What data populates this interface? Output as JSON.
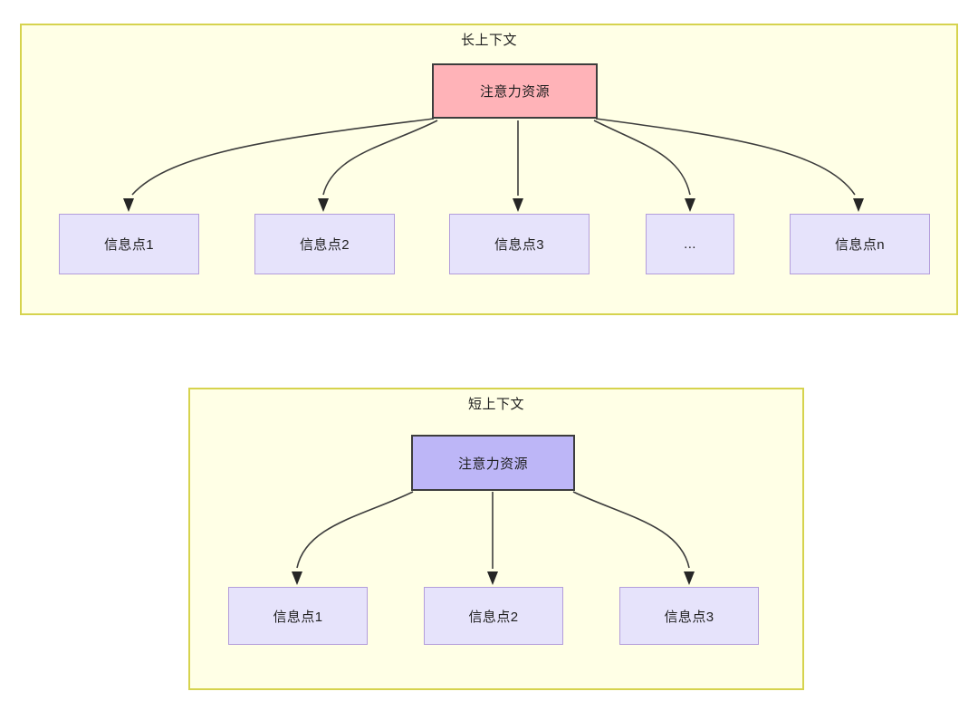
{
  "diagram": {
    "type": "hierarchy",
    "background": "#ffffff",
    "group_fill": "#ffffe6",
    "group_stroke": "#d6d34e",
    "sections": [
      {
        "id": "long-context",
        "title": "长上下文",
        "root": {
          "label": "注意力资源",
          "fill": "#ffb3b8",
          "stroke": "#3d3d3d"
        },
        "children": [
          {
            "label": "信息点1"
          },
          {
            "label": "信息点2"
          },
          {
            "label": "信息点3"
          },
          {
            "label": "..."
          },
          {
            "label": "信息点n"
          }
        ],
        "child_fill": "#e6e3fb",
        "child_stroke": "#b39ddb"
      },
      {
        "id": "short-context",
        "title": "短上下文",
        "root": {
          "label": "注意力资源",
          "fill": "#bdb6f7",
          "stroke": "#3d3d3d"
        },
        "children": [
          {
            "label": "信息点1"
          },
          {
            "label": "信息点2"
          },
          {
            "label": "信息点3"
          }
        ],
        "child_fill": "#e6e3fb",
        "child_stroke": "#b39ddb"
      }
    ]
  }
}
